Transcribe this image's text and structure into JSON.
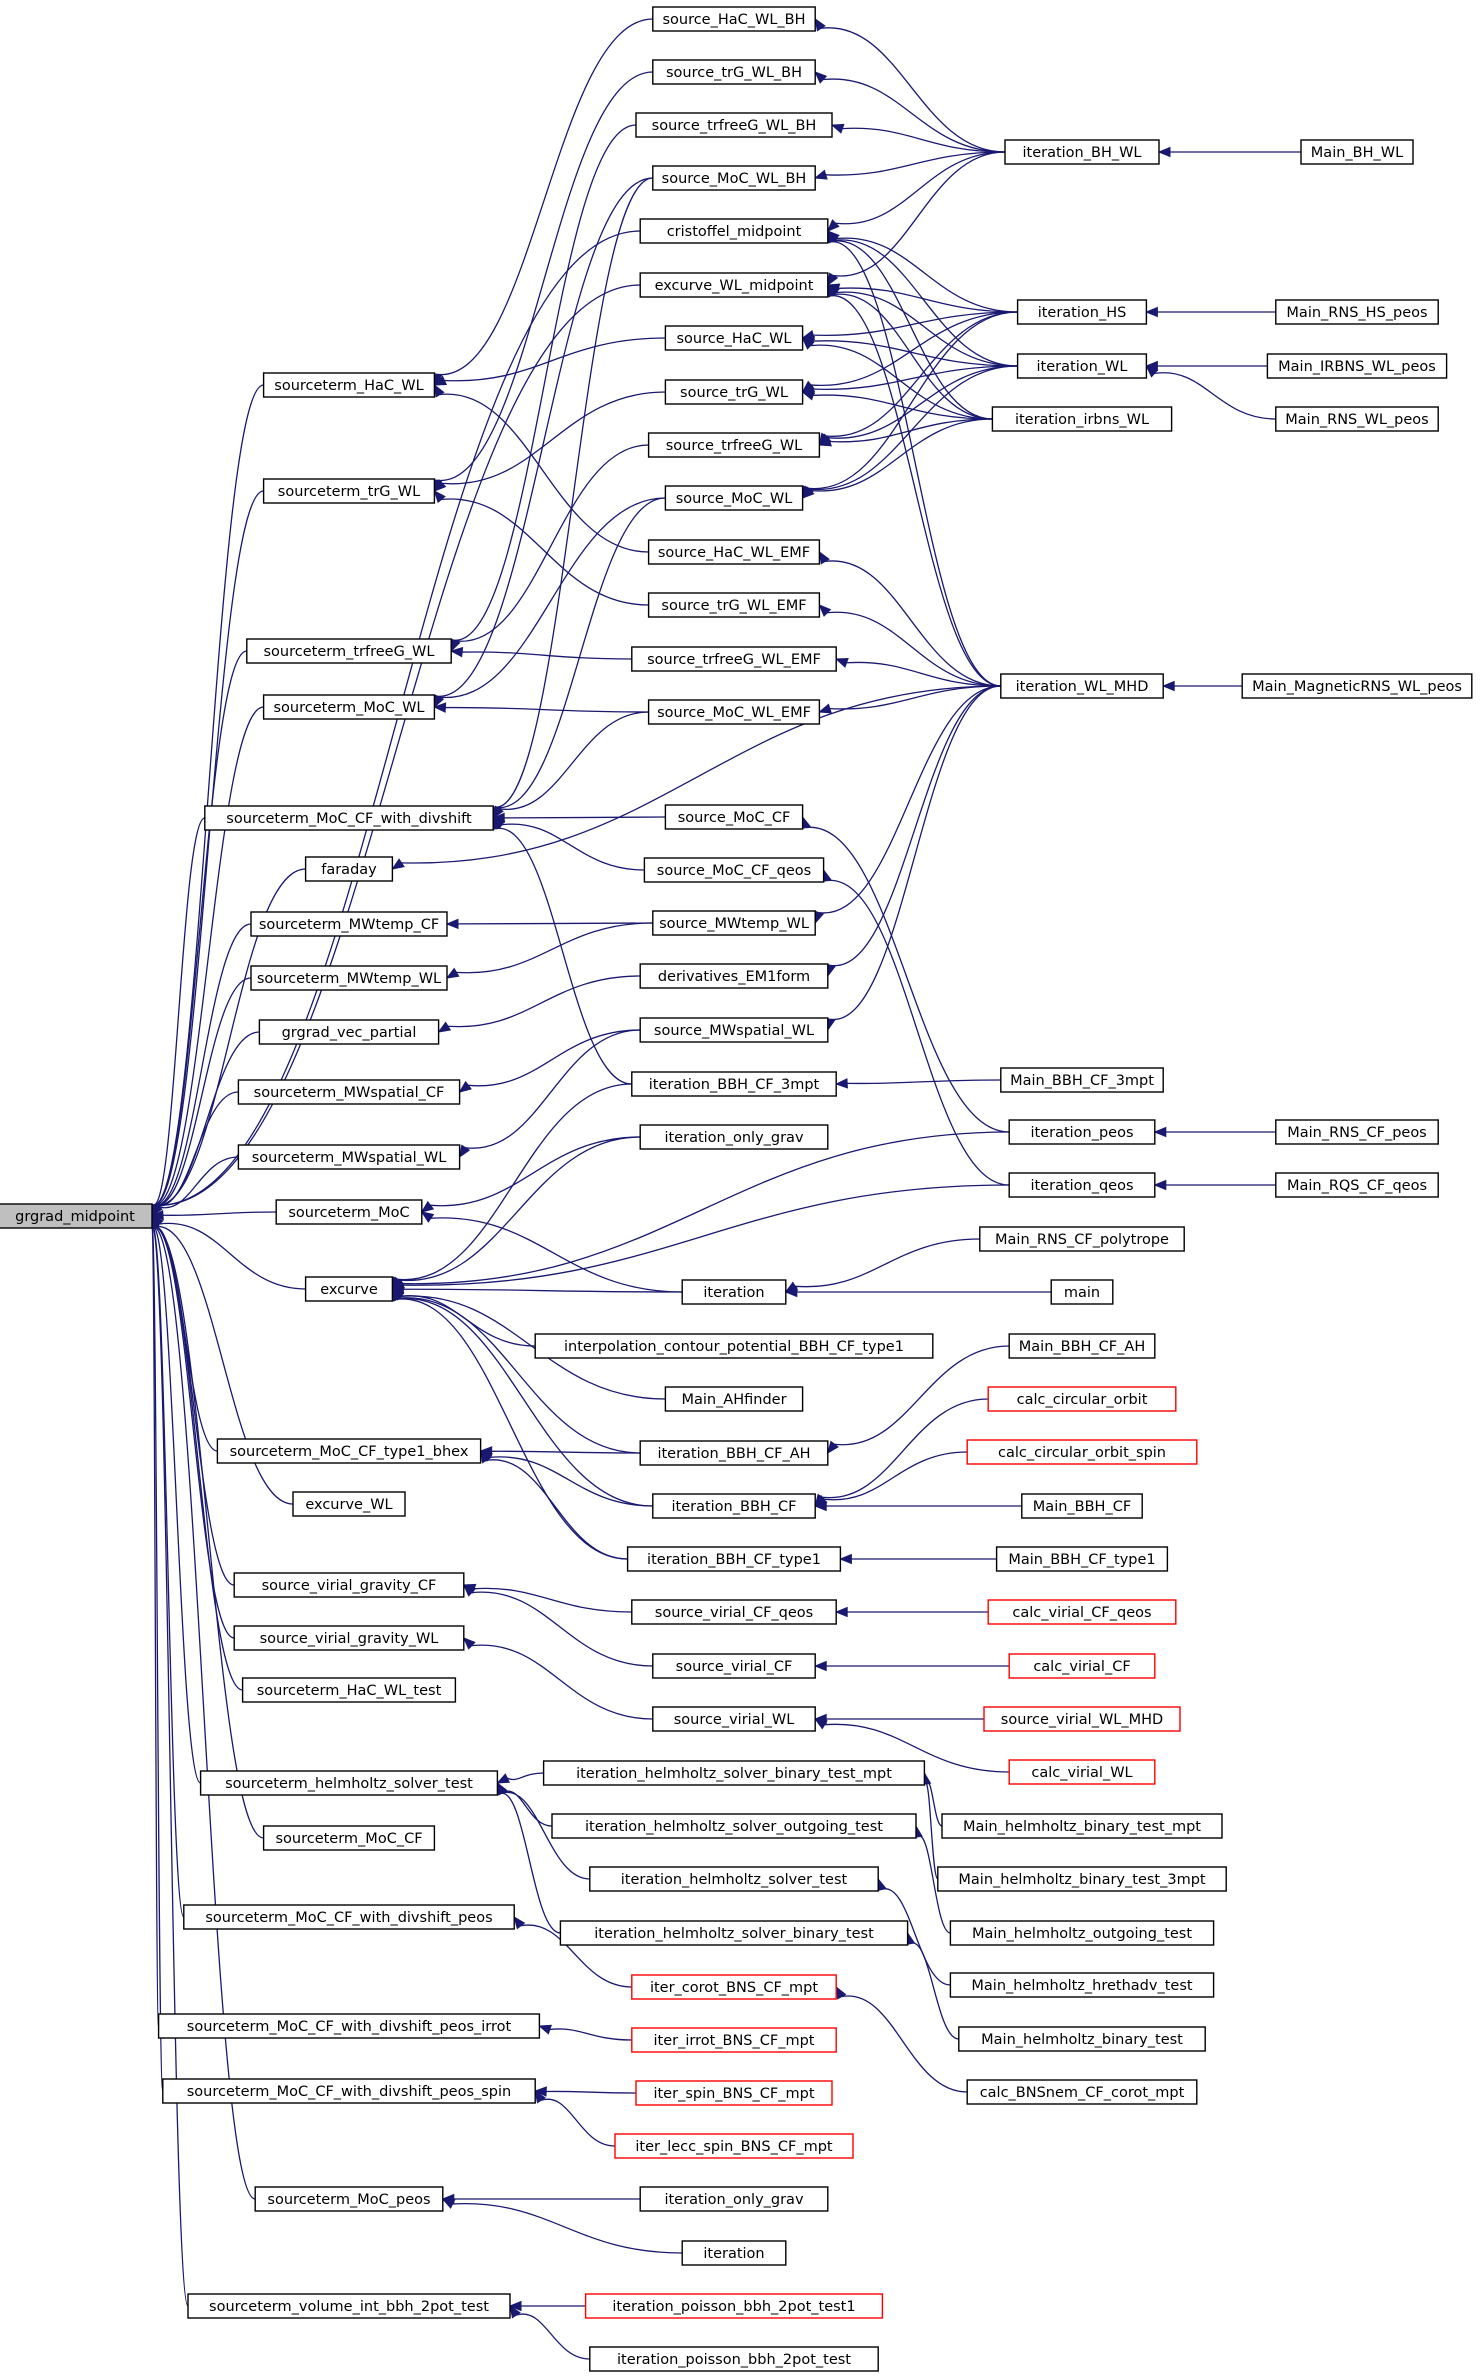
{
  "graph": {
    "root": "grgrad_midpoint",
    "colors": {
      "edge": "#191970",
      "node_border": "#000000",
      "node_border_incomplete": "#ff0000",
      "root_fill": "#bfbfbf",
      "node_fill": "#ffffff"
    },
    "nodes": [
      {
        "id": "n0",
        "label": "grgrad_midpoint"
      },
      {
        "id": "n1",
        "label": "source_HaC_WL_BH"
      },
      {
        "id": "n2",
        "label": "source_trG_WL_BH"
      },
      {
        "id": "n3",
        "label": "source_trfreeG_WL_BH"
      },
      {
        "id": "n4",
        "label": "source_MoC_WL_BH"
      },
      {
        "id": "n5",
        "label": "cristoffel_midpoint"
      },
      {
        "id": "n6",
        "label": "excurve_WL_midpoint"
      },
      {
        "id": "n7",
        "label": "source_HaC_WL"
      },
      {
        "id": "n8",
        "label": "source_trG_WL"
      },
      {
        "id": "n9",
        "label": "source_trfreeG_WL"
      },
      {
        "id": "n10",
        "label": "source_MoC_WL"
      },
      {
        "id": "n11",
        "label": "source_HaC_WL_EMF"
      },
      {
        "id": "n12",
        "label": "source_trG_WL_EMF"
      },
      {
        "id": "n13",
        "label": "source_trfreeG_WL_EMF"
      },
      {
        "id": "n14",
        "label": "source_MoC_WL_EMF"
      },
      {
        "id": "n15",
        "label": "source_MoC_CF"
      },
      {
        "id": "n16",
        "label": "source_MoC_CF_qeos"
      },
      {
        "id": "n17",
        "label": "source_MWtemp_WL"
      },
      {
        "id": "n18",
        "label": "derivatives_EM1form"
      },
      {
        "id": "n19",
        "label": "source_MWspatial_WL"
      },
      {
        "id": "n20",
        "label": "iteration_BBH_CF_3mpt"
      },
      {
        "id": "n21",
        "label": "iteration_only_grav"
      },
      {
        "id": "n22",
        "label": "iteration"
      },
      {
        "id": "n23",
        "label": "interpolation_contour_potential_BBH_CF_type1"
      },
      {
        "id": "n24",
        "label": "Main_AHfinder"
      },
      {
        "id": "n25",
        "label": "iteration_BBH_CF_AH"
      },
      {
        "id": "n26",
        "label": "iteration_BBH_CF"
      },
      {
        "id": "n27",
        "label": "iteration_BBH_CF_type1"
      },
      {
        "id": "n28",
        "label": "source_virial_CF_qeos"
      },
      {
        "id": "n29",
        "label": "source_virial_CF"
      },
      {
        "id": "n30",
        "label": "source_virial_WL"
      },
      {
        "id": "n31",
        "label": "iteration_helmholtz_solver_binary_test_mpt"
      },
      {
        "id": "n32",
        "label": "iteration_helmholtz_solver_outgoing_test"
      },
      {
        "id": "n33",
        "label": "iteration_helmholtz_solver_test"
      },
      {
        "id": "n34",
        "label": "iteration_helmholtz_solver_binary_test"
      },
      {
        "id": "n35",
        "label": "iter_corot_BNS_CF_mpt",
        "incomplete": true
      },
      {
        "id": "n36",
        "label": "iter_irrot_BNS_CF_mpt",
        "incomplete": true
      },
      {
        "id": "n37",
        "label": "iter_spin_BNS_CF_mpt",
        "incomplete": true
      },
      {
        "id": "n38",
        "label": "iter_lecc_spin_BNS_CF_mpt",
        "incomplete": true
      },
      {
        "id": "n39",
        "label": "iteration_only_grav"
      },
      {
        "id": "n40",
        "label": "iteration"
      },
      {
        "id": "n41",
        "label": "iteration_poisson_bbh_2pot_test1",
        "incomplete": true
      },
      {
        "id": "n42",
        "label": "iteration_poisson_bbh_2pot_test"
      },
      {
        "id": "n43",
        "label": "iteration_BH_WL"
      },
      {
        "id": "n44",
        "label": "iteration_HS"
      },
      {
        "id": "n45",
        "label": "iteration_WL"
      },
      {
        "id": "n46",
        "label": "iteration_irbns_WL"
      },
      {
        "id": "n47",
        "label": "iteration_WL_MHD"
      },
      {
        "id": "n48",
        "label": "Main_BBH_CF_3mpt"
      },
      {
        "id": "n49",
        "label": "iteration_peos"
      },
      {
        "id": "n50",
        "label": "iteration_qeos"
      },
      {
        "id": "n51",
        "label": "Main_RNS_CF_polytrope"
      },
      {
        "id": "n52",
        "label": "main"
      },
      {
        "id": "n53",
        "label": "Main_BBH_CF_AH"
      },
      {
        "id": "n54",
        "label": "calc_circular_orbit",
        "incomplete": true
      },
      {
        "id": "n55",
        "label": "calc_circular_orbit_spin",
        "incomplete": true
      },
      {
        "id": "n56",
        "label": "Main_BBH_CF"
      },
      {
        "id": "n57",
        "label": "Main_BBH_CF_type1"
      },
      {
        "id": "n58",
        "label": "calc_virial_CF_qeos",
        "incomplete": true
      },
      {
        "id": "n59",
        "label": "calc_virial_CF",
        "incomplete": true
      },
      {
        "id": "n60",
        "label": "source_virial_WL_MHD",
        "incomplete": true
      },
      {
        "id": "n61",
        "label": "calc_virial_WL",
        "incomplete": true
      },
      {
        "id": "n62",
        "label": "Main_helmholtz_binary_test_mpt"
      },
      {
        "id": "n63",
        "label": "Main_helmholtz_binary_test_3mpt"
      },
      {
        "id": "n64",
        "label": "Main_helmholtz_outgoing_test"
      },
      {
        "id": "n65",
        "label": "Main_helmholtz_hrethadv_test"
      },
      {
        "id": "n66",
        "label": "Main_helmholtz_binary_test"
      },
      {
        "id": "n67",
        "label": "calc_BNSnem_CF_corot_mpt"
      },
      {
        "id": "n68",
        "label": "Main_BH_WL"
      },
      {
        "id": "n69",
        "label": "Main_RNS_HS_peos"
      },
      {
        "id": "n70",
        "label": "Main_IRBNS_WL_peos"
      },
      {
        "id": "n71",
        "label": "Main_RNS_WL_peos"
      },
      {
        "id": "n72",
        "label": "Main_MagneticRNS_WL_peos"
      },
      {
        "id": "n73",
        "label": "Main_RNS_CF_peos"
      },
      {
        "id": "n74",
        "label": "Main_RQS_CF_qeos"
      },
      {
        "id": "n75",
        "label": "sourceterm_HaC_WL"
      },
      {
        "id": "n76",
        "label": "sourceterm_trG_WL"
      },
      {
        "id": "n77",
        "label": "sourceterm_trfreeG_WL"
      },
      {
        "id": "n78",
        "label": "sourceterm_MoC_WL"
      },
      {
        "id": "n79",
        "label": "sourceterm_MoC_CF_with_divshift"
      },
      {
        "id": "n80",
        "label": "faraday"
      },
      {
        "id": "n81",
        "label": "sourceterm_MWtemp_CF"
      },
      {
        "id": "n82",
        "label": "sourceterm_MWtemp_WL"
      },
      {
        "id": "n83",
        "label": "grgrad_vec_partial"
      },
      {
        "id": "n84",
        "label": "sourceterm_MWspatial_CF"
      },
      {
        "id": "n85",
        "label": "sourceterm_MWspatial_WL"
      },
      {
        "id": "n86",
        "label": "sourceterm_MoC"
      },
      {
        "id": "n87",
        "label": "excurve"
      },
      {
        "id": "n88",
        "label": "sourceterm_MoC_CF_type1_bhex"
      },
      {
        "id": "n89",
        "label": "excurve_WL"
      },
      {
        "id": "n90",
        "label": "source_virial_gravity_CF"
      },
      {
        "id": "n91",
        "label": "source_virial_gravity_WL"
      },
      {
        "id": "n92",
        "label": "sourceterm_HaC_WL_test"
      },
      {
        "id": "n93",
        "label": "sourceterm_helmholtz_solver_test"
      },
      {
        "id": "n94",
        "label": "sourceterm_MoC_CF"
      },
      {
        "id": "n95",
        "label": "sourceterm_MoC_CF_with_divshift_peos"
      },
      {
        "id": "n96",
        "label": "sourceterm_MoC_CF_with_divshift_peos_irrot"
      },
      {
        "id": "n97",
        "label": "sourceterm_MoC_CF_with_divshift_peos_spin"
      },
      {
        "id": "n98",
        "label": "sourceterm_MoC_peos"
      },
      {
        "id": "n99",
        "label": "sourceterm_volume_int_bbh_2pot_test"
      }
    ]
  }
}
